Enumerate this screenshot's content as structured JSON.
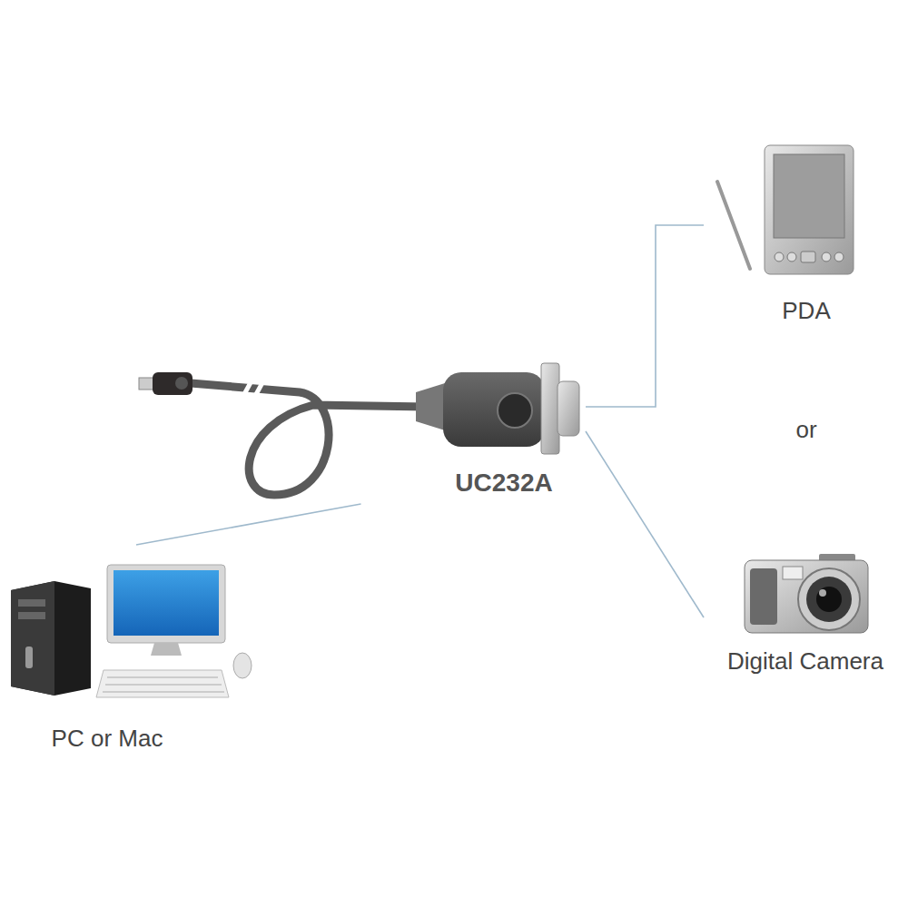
{
  "diagram": {
    "nodes": [
      {
        "text": [
          "PC or Mac"
        ]
      },
      {
        "text": [
          "UC232A"
        ]
      },
      {
        "text": [
          "PDA"
        ]
      },
      {
        "text": [
          "Digital Camera"
        ]
      }
    ],
    "edges": [
      {
        "from": 0,
        "to": 1,
        "arrow": "none"
      },
      {
        "from": 1,
        "to": 2,
        "arrow": "none"
      },
      {
        "from": 1,
        "to": 3,
        "arrow": "none"
      }
    ],
    "labels": [
      "or"
    ]
  }
}
